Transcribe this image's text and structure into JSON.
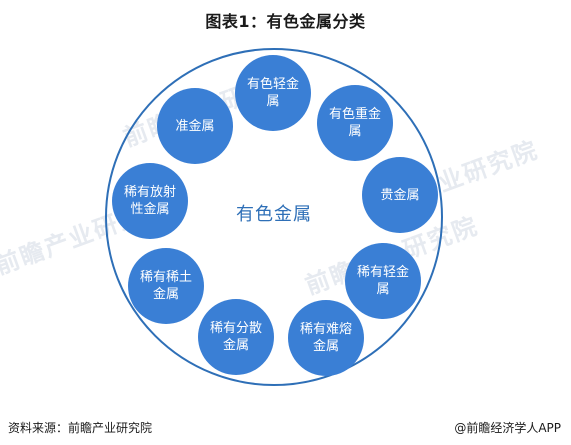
{
  "title": "图表1：有色金属分类",
  "center": "有色金属",
  "nodes": [
    "有色轻金属",
    "有色重金属",
    "贵金属",
    "稀有轻金属",
    "稀有难熔金属",
    "稀有分散金属",
    "稀有稀土金属",
    "稀有放射性金属",
    "准金属"
  ],
  "watermark": "前瞻产业研究院",
  "footer": {
    "source": "资料来源：前瞻产业研究院",
    "brand": "@前瞻经济学人APP"
  }
}
